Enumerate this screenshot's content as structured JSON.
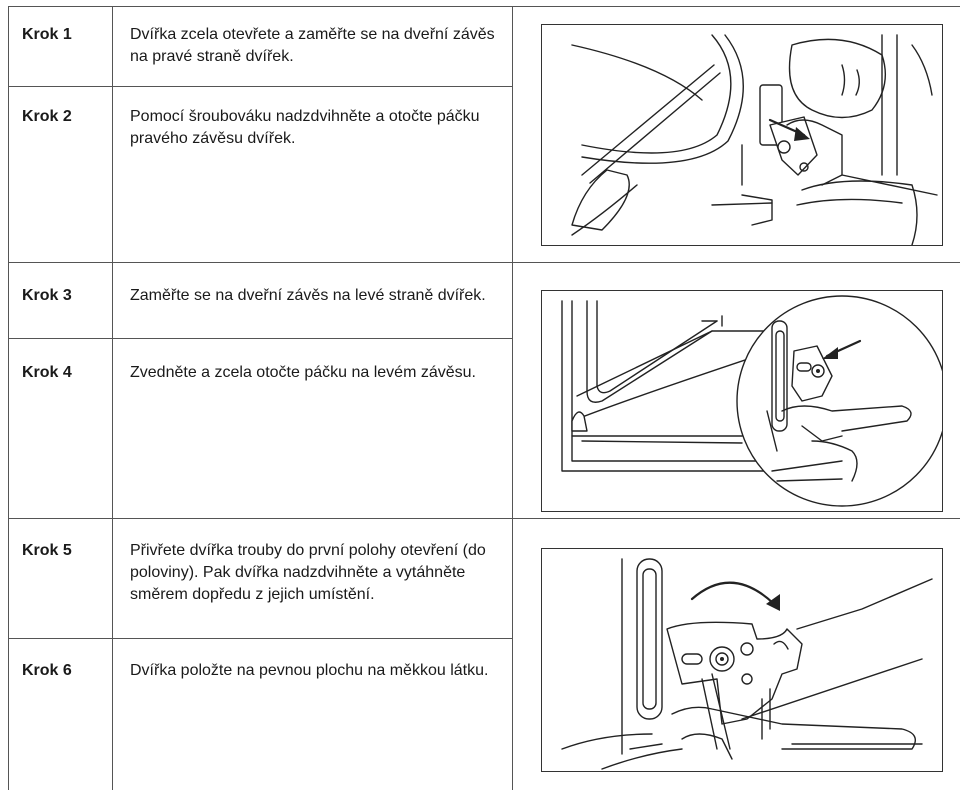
{
  "steps": [
    {
      "label": "Krok 1",
      "text": "Dvířka zcela otevřete a zaměřte se na dveřní závěs na pravé straně dvířek."
    },
    {
      "label": "Krok 2",
      "text": "Pomocí šroubováku nadzdvihněte a otočte páčku pravého závěsu dvířek."
    },
    {
      "label": "Krok 3",
      "text": "Zaměřte se na dveřní závěs na levé straně dvířek."
    },
    {
      "label": "Krok 4",
      "text": "Zvedněte a zcela otočte páčku na levém závěsu."
    },
    {
      "label": "Krok 5",
      "text": "Přivřete dvířka trouby do první polohy otevření (do poloviny). Pak dvířka nadzdvihněte a vytáhněte směrem dopředu z jejich umístění."
    },
    {
      "label": "Krok 6",
      "text": "Dvířka položte na pevnou plochu na měkkou látku."
    }
  ],
  "figures": [
    {
      "icon": "screwdriver-lifting-right-hinge-lever-illustration"
    },
    {
      "icon": "left-hinge-lever-magnified-illustration"
    },
    {
      "icon": "door-hinge-rotation-arrow-illustration"
    }
  ]
}
